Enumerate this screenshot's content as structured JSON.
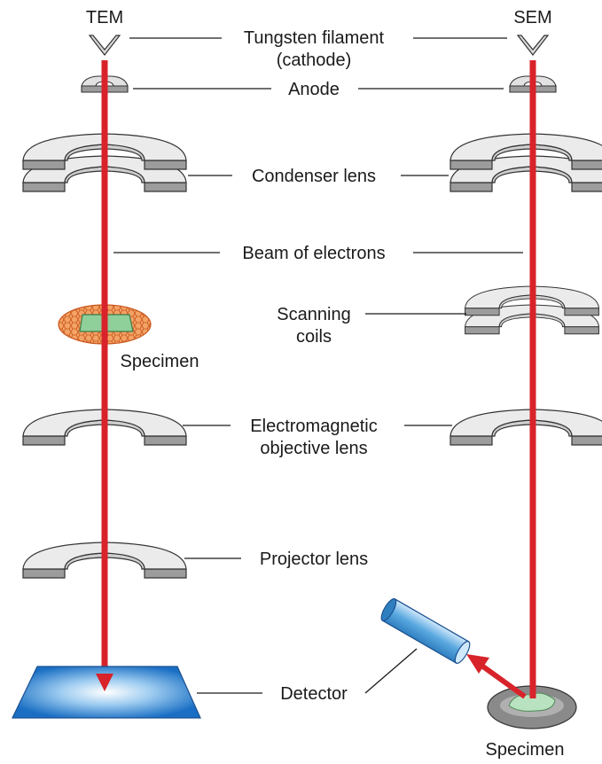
{
  "microscopes": {
    "tem_label": "TEM",
    "sem_label": "SEM"
  },
  "labels": {
    "filament_line1": "Tungsten filament",
    "filament_line2": "(cathode)",
    "anode": "Anode",
    "condenser": "Condenser lens",
    "beam": "Beam of electrons",
    "scanning_line1": "Scanning",
    "scanning_line2": "coils",
    "tem_specimen": "Specimen",
    "objective_line1": "Electromagnetic",
    "objective_line2": "objective lens",
    "projector": "Projector lens",
    "detector": "Detector",
    "sem_specimen": "Specimen"
  },
  "colors": {
    "beam": "#d8232a",
    "detector": "#1a6fc4",
    "sem_detector": "#5aa8e0",
    "specimen_grid": "#e8782a",
    "specimen_tem": "#8fcf9a",
    "specimen_sem": "#b9e3c0",
    "stage_sem": "#8a8a8a"
  }
}
